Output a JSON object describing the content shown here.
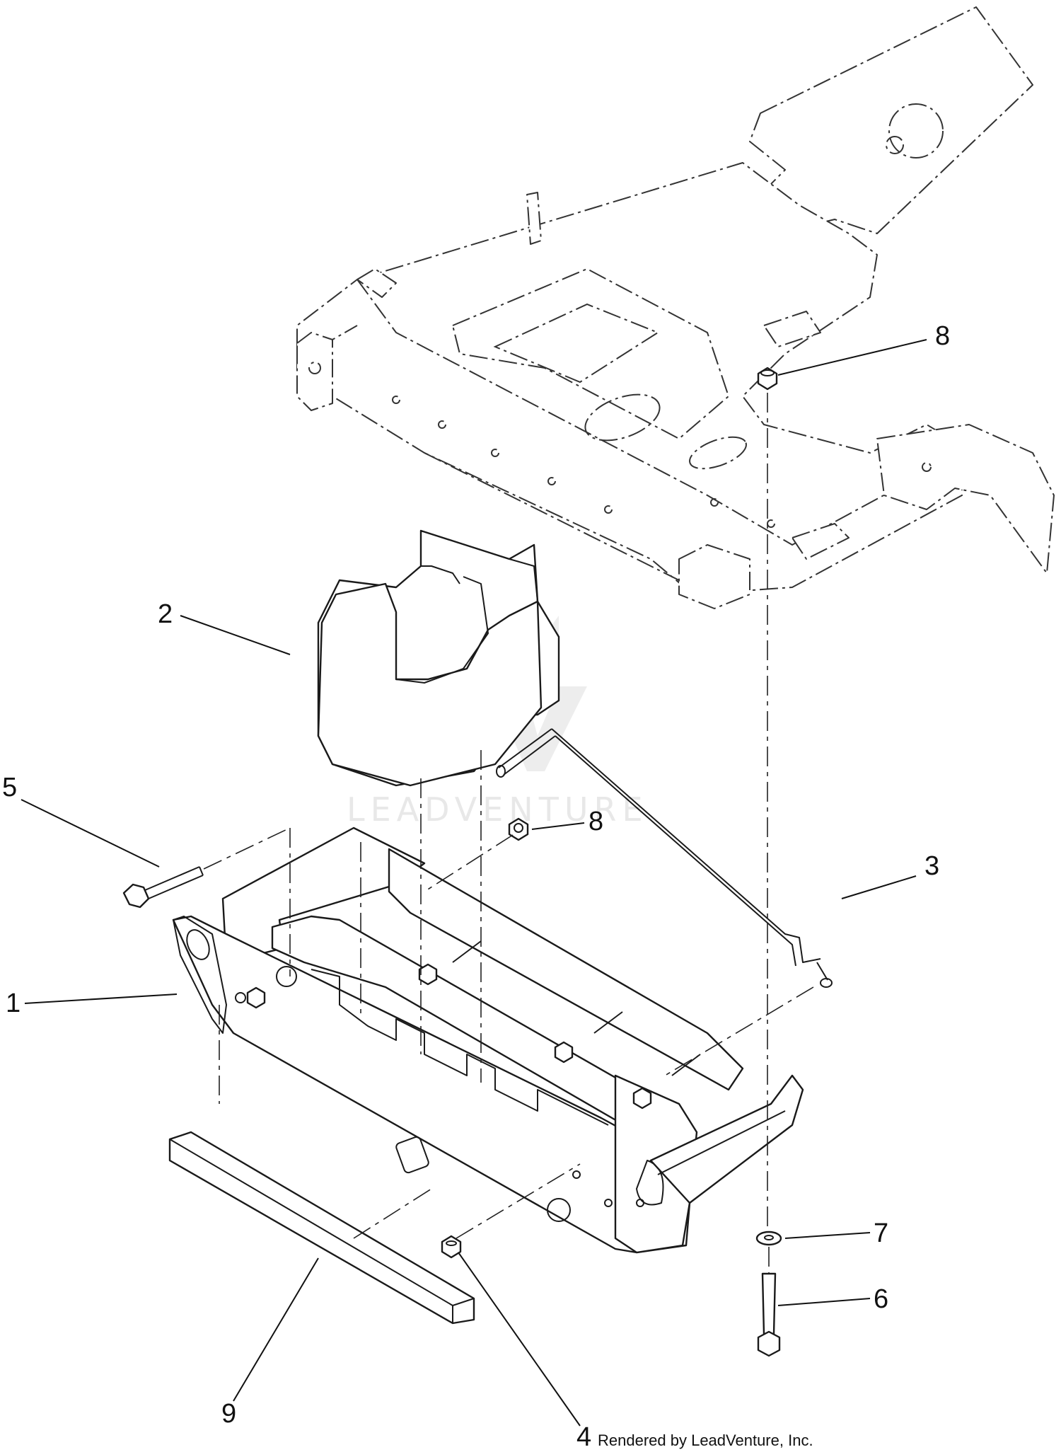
{
  "diagram": {
    "callouts": [
      "8",
      "2",
      "5",
      "8",
      "3",
      "1",
      "7",
      "6",
      "9",
      "4"
    ],
    "credit": "Rendered by LeadVenture, Inc.",
    "watermark": "LEADVENTURE"
  }
}
